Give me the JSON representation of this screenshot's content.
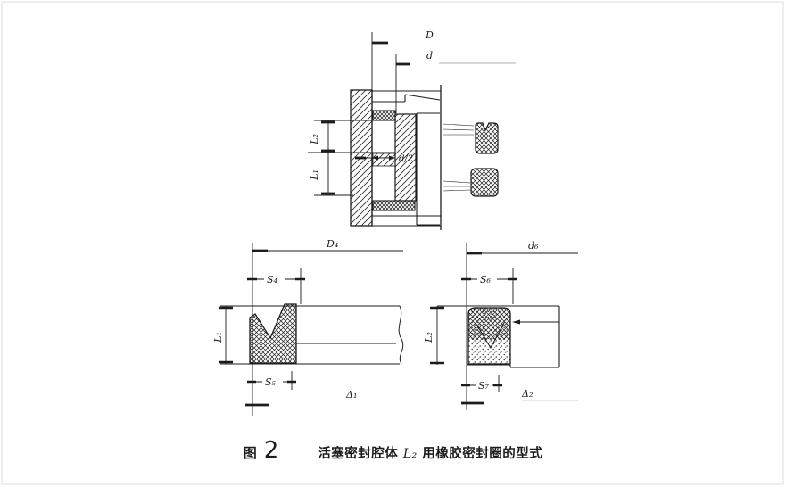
{
  "colors": {
    "ink": "#1c1c1c",
    "paper": "#ffffff",
    "frame": "#dcdcdc"
  },
  "caption": {
    "figure_word": "图",
    "figure_number": "2",
    "title_pre": "活塞密封腔体 ",
    "title_var": "L₂",
    "title_post": " 用橡胶密封圈的型式"
  },
  "assembly": {
    "dim_D": "D",
    "dim_d": "d",
    "dim_d_half": "d/2",
    "dim_L2": "L₂",
    "dim_L1": "L₁"
  },
  "detail_left": {
    "dim_outer_dia": "D₄",
    "dim_section_width": "S₄",
    "dim_height": "L₁",
    "dim_base_width": "S₅",
    "corner_mark": "Δ₁"
  },
  "detail_right": {
    "dim_inner_dia": "d₆",
    "dim_section_width": "S₆",
    "dim_height": "L₂",
    "dim_base_width": "S₇",
    "corner_mark": "Δ₂"
  }
}
